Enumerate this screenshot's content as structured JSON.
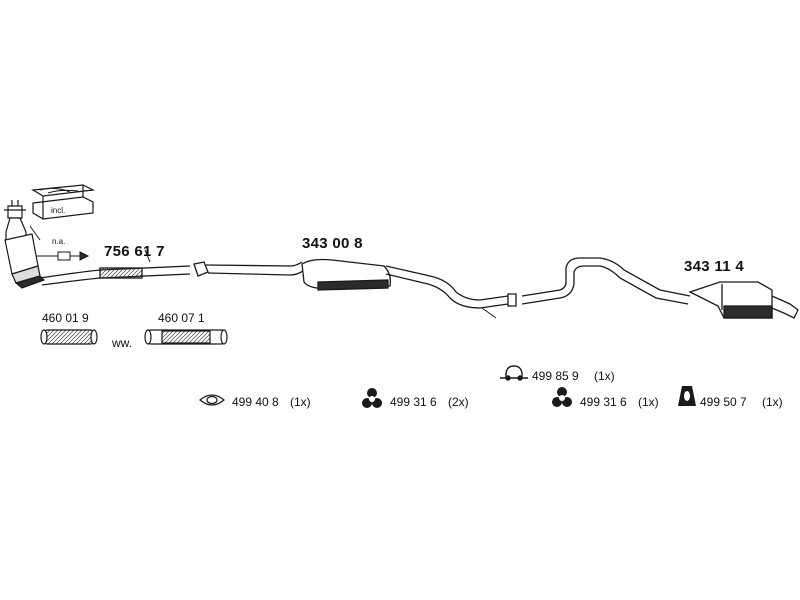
{
  "callouts": {
    "incl_label": "incl.",
    "na_label": "n.a."
  },
  "parts": {
    "front_pipe": "756 61 7",
    "center_muffler": "343 00 8",
    "rear_muffler": "343 11 4",
    "flex_pipe_a": "460 01 9",
    "flex_pipe_b": "460 07 1",
    "alternative_label": "ww."
  },
  "fittings": [
    {
      "number": "499 40 8",
      "qty": "(1x)",
      "icon": "gasket-icon"
    },
    {
      "number": "499 31 6",
      "qty": "(2x)",
      "icon": "rubber-hanger-icon"
    },
    {
      "number": "499 85 9",
      "qty": "(1x)",
      "icon": "pipe-clamp-icon"
    },
    {
      "number": "499 31 6",
      "qty": "(1x)",
      "icon": "rubber-hanger-icon"
    },
    {
      "number": "499 50 7",
      "qty": "(1x)",
      "icon": "rubber-mount-icon"
    }
  ],
  "colors": {
    "line": "#1a1a1a",
    "fill_dark": "#2b2b2b"
  }
}
